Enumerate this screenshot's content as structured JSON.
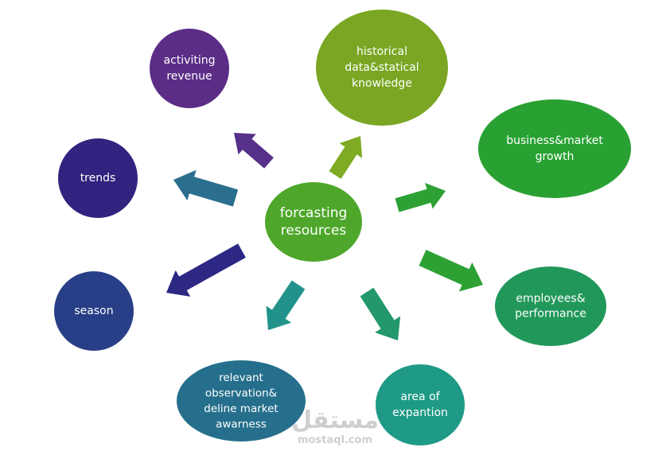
{
  "center": {
    "label": [
      "forcasting",
      "resources"
    ],
    "color": "#4ea72a"
  },
  "nodes": [
    {
      "id": "activiting-revenue",
      "label": [
        "activiting",
        "revenue"
      ],
      "color": "#5b2d86"
    },
    {
      "id": "historical-data",
      "label": [
        "historical",
        "data&statical",
        "knowledge"
      ],
      "color": "#7aa623"
    },
    {
      "id": "business-market-growth",
      "label": [
        "business&market",
        "growth"
      ],
      "color": "#29a132"
    },
    {
      "id": "trends",
      "label": [
        "trends"
      ],
      "color": "#31237f"
    },
    {
      "id": "season",
      "label": [
        "season"
      ],
      "color": "#283f87"
    },
    {
      "id": "employees-performance",
      "label": [
        "employees&",
        "performance"
      ],
      "color": "#21985a"
    },
    {
      "id": "relevant-observation",
      "label": [
        "relevant",
        "observation&",
        "deline market",
        "awarness"
      ],
      "color": "#256f8c"
    },
    {
      "id": "area-of-expantion",
      "label": [
        "area of",
        "expantion"
      ],
      "color": "#1f9a86"
    }
  ],
  "arrows": [
    {
      "to": "activiting-revenue",
      "color": "#57308a"
    },
    {
      "to": "historical-data",
      "color": "#7eab24"
    },
    {
      "to": "business-market-growth",
      "color": "#2ea135"
    },
    {
      "to": "trends",
      "color": "#2b6f8e"
    },
    {
      "to": "season",
      "color": "#2d2884"
    },
    {
      "to": "employees-performance",
      "color": "#2ea135"
    },
    {
      "to": "relevant-observation",
      "color": "#21938a"
    },
    {
      "to": "area-of-expantion",
      "color": "#23986a"
    }
  ],
  "watermark": {
    "arabic": "مستقل",
    "latin": "mostaql.com"
  }
}
